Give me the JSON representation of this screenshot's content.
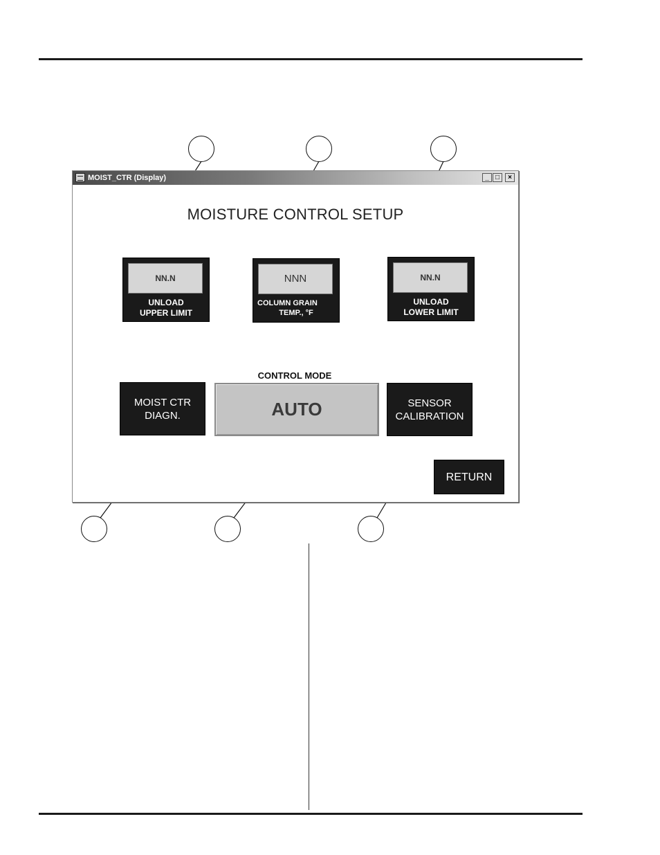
{
  "window": {
    "title": "MOIST_CTR (Display)",
    "controls": {
      "minimize": "_",
      "maximize": "□",
      "close": "×"
    }
  },
  "screen": {
    "title": "MOISTURE CONTROL SETUP",
    "panels": [
      {
        "value": "NN.N",
        "label_line1": "UNLOAD",
        "label_line2": "UPPER LIMIT"
      },
      {
        "value": "NNN",
        "label_line1": "COLUMN GRAIN",
        "label_line2": "TEMP., °F"
      },
      {
        "value": "NN.N",
        "label_line1": "UNLOAD",
        "label_line2": "LOWER LIMIT"
      }
    ],
    "control_mode": {
      "label": "CONTROL MODE",
      "value": "AUTO"
    },
    "buttons": {
      "diagnostics_line1": "MOIST CTR",
      "diagnostics_line2": "DIAGN.",
      "calibration_line1": "SENSOR",
      "calibration_line2": "CALIBRATION",
      "return": "RETURN"
    }
  },
  "colors": {
    "panel_bg": "#1a1a1a",
    "value_box": "#d6d6d6",
    "auto_button": "#c4c4c4",
    "titlebar_dark": "#4a4a4a"
  }
}
